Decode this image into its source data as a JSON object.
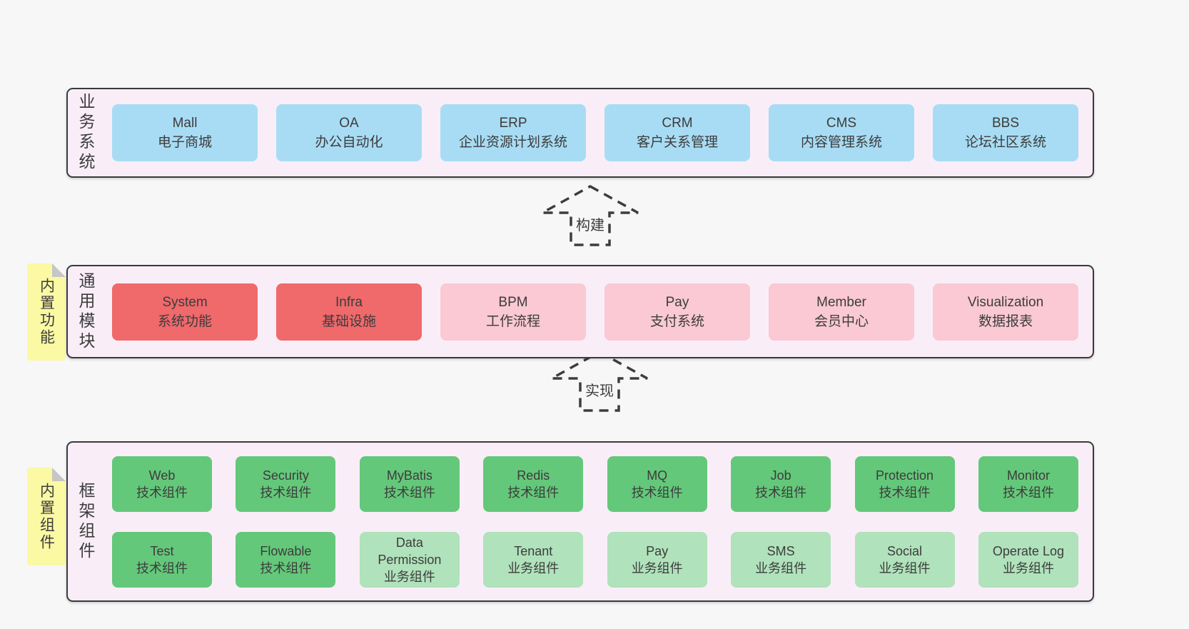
{
  "colors": {
    "page_bg": "#f7f7f7",
    "panel_bg": "#f9eef8",
    "panel_border": "#3a3a3a",
    "blue_box": "#a8dcf4",
    "red_box": "#f0696b",
    "pink_box": "#fac9d3",
    "green_dark_box": "#64c87a",
    "green_light_box": "#b0e2bb",
    "sticky_note": "#fbf9a3",
    "note_fold": "#c6c6c6",
    "text": "#3c3c3c"
  },
  "arrows": {
    "build": "构建",
    "implement": "实现"
  },
  "sections": {
    "business": {
      "label": "业务系统",
      "boxes": [
        {
          "name": "Mall",
          "desc": "电子商城",
          "variant": "blue"
        },
        {
          "name": "OA",
          "desc": "办公自动化",
          "variant": "blue"
        },
        {
          "name": "ERP",
          "desc": "企业资源计划系统",
          "variant": "blue"
        },
        {
          "name": "CRM",
          "desc": "客户关系管理",
          "variant": "blue"
        },
        {
          "name": "CMS",
          "desc": "内容管理系统",
          "variant": "blue"
        },
        {
          "name": "BBS",
          "desc": "论坛社区系统",
          "variant": "blue"
        }
      ]
    },
    "modules": {
      "label": "通用模块",
      "note": "内置功能",
      "boxes": [
        {
          "name": "System",
          "desc": "系统功能",
          "variant": "red"
        },
        {
          "name": "Infra",
          "desc": "基础设施",
          "variant": "red"
        },
        {
          "name": "BPM",
          "desc": "工作流程",
          "variant": "pink"
        },
        {
          "name": "Pay",
          "desc": "支付系统",
          "variant": "pink"
        },
        {
          "name": "Member",
          "desc": "会员中心",
          "variant": "pink"
        },
        {
          "name": "Visualization",
          "desc": "数据报表",
          "variant": "pink"
        }
      ]
    },
    "framework": {
      "label": "框架组件",
      "note": "内置组件",
      "row1": [
        {
          "name": "Web",
          "desc": "技术组件",
          "variant": "green-dark"
        },
        {
          "name": "Security",
          "desc": "技术组件",
          "variant": "green-dark"
        },
        {
          "name": "MyBatis",
          "desc": "技术组件",
          "variant": "green-dark"
        },
        {
          "name": "Redis",
          "desc": "技术组件",
          "variant": "green-dark"
        },
        {
          "name": "MQ",
          "desc": "技术组件",
          "variant": "green-dark"
        },
        {
          "name": "Job",
          "desc": "技术组件",
          "variant": "green-dark"
        },
        {
          "name": "Protection",
          "desc": "技术组件",
          "variant": "green-dark"
        },
        {
          "name": "Monitor",
          "desc": "技术组件",
          "variant": "green-dark"
        }
      ],
      "row2": [
        {
          "name": "Test",
          "desc": "技术组件",
          "variant": "green-dark"
        },
        {
          "name": "Flowable",
          "desc": "技术组件",
          "variant": "green-dark"
        },
        {
          "name": "Data Permission",
          "desc": "业务组件",
          "variant": "green-light"
        },
        {
          "name": "Tenant",
          "desc": "业务组件",
          "variant": "green-light"
        },
        {
          "name": "Pay",
          "desc": "业务组件",
          "variant": "green-light"
        },
        {
          "name": "SMS",
          "desc": "业务组件",
          "variant": "green-light"
        },
        {
          "name": "Social",
          "desc": "业务组件",
          "variant": "green-light"
        },
        {
          "name": "Operate Log",
          "desc": "业务组件",
          "variant": "green-light"
        }
      ]
    }
  }
}
